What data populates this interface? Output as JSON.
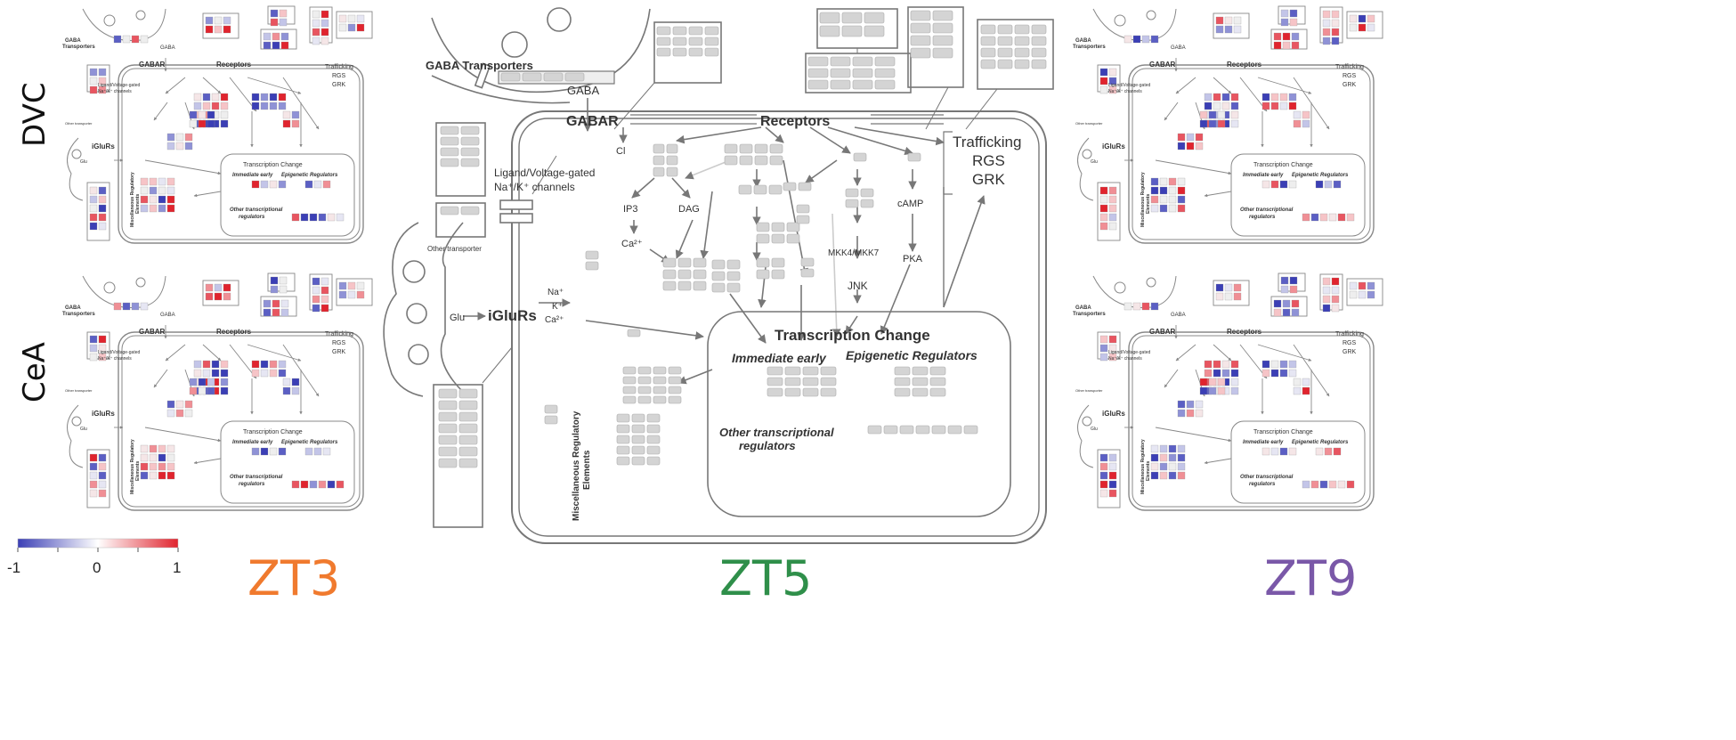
{
  "row_labels": [
    "DVC",
    "CeA"
  ],
  "timepoints": [
    {
      "label": "ZT3",
      "color": "#f07a2e"
    },
    {
      "label": "ZT5",
      "color": "#2f8f4a"
    },
    {
      "label": "ZT9",
      "color": "#7a58a8"
    }
  ],
  "colorbar": {
    "min_label": "-1",
    "mid_label": "0",
    "max_label": "1",
    "colors": [
      "#3b3fb5",
      "#ffffff",
      "#e0242e"
    ]
  },
  "main": {
    "gaba_transporters": "GABA Transporters",
    "gaba": "GABA",
    "gabar": "GABAR",
    "receptors": "Receptors",
    "cl": "Cl",
    "ligand_channels": "Ligand/Voltage-gated",
    "na_k_channels": "Na⁺/K⁺ channels",
    "other_transporter": "Other transporter",
    "glu": "Glu",
    "iglurs": "iGluRs",
    "na": "Na⁺",
    "k": "K⁺",
    "ca": "Ca²⁺",
    "ip3": "IP3",
    "dag": "DAG",
    "ca2": "Ca²⁺",
    "camp": "cAMP",
    "pka": "PKA",
    "mkk": "MKK4/MKK7",
    "jnk": "JNK",
    "trafficking": "Trafficking",
    "rgs": "RGS",
    "grk": "GRK",
    "transcription_change": "Transcription Change",
    "immediate_early": "Immediate early",
    "epigenetic": "Epigenetic Regulators",
    "other_transcriptional_1": "Other transcriptional",
    "other_transcriptional_2": "regulators",
    "misc_1": "Miscellaneous Regulatory",
    "misc_2": "Elements"
  },
  "mini": {
    "gaba_transporters_1": "GABA",
    "gaba_transporters_2": "Transporters",
    "gaba": "GABA",
    "gabar": "GABAR",
    "receptors": "Receptors",
    "ligand_1": "Ligand/Voltage-gated",
    "ligand_2": "Na⁺/K⁺ channels",
    "other_transporter": "Other transporter",
    "glu": "Glu",
    "iglurs": "iGluRs",
    "trafficking": "Trafficking",
    "rgs": "RGS",
    "grk": "GRK",
    "transcription_change": "Transcription Change",
    "immediate_early": "Immediate early",
    "epigenetic": "Epigenetic Regulators",
    "other_1": "Other transcriptional",
    "other_2": "regulators",
    "misc_1": "Miscellaneous Regulatory",
    "misc_2": "Elements"
  }
}
